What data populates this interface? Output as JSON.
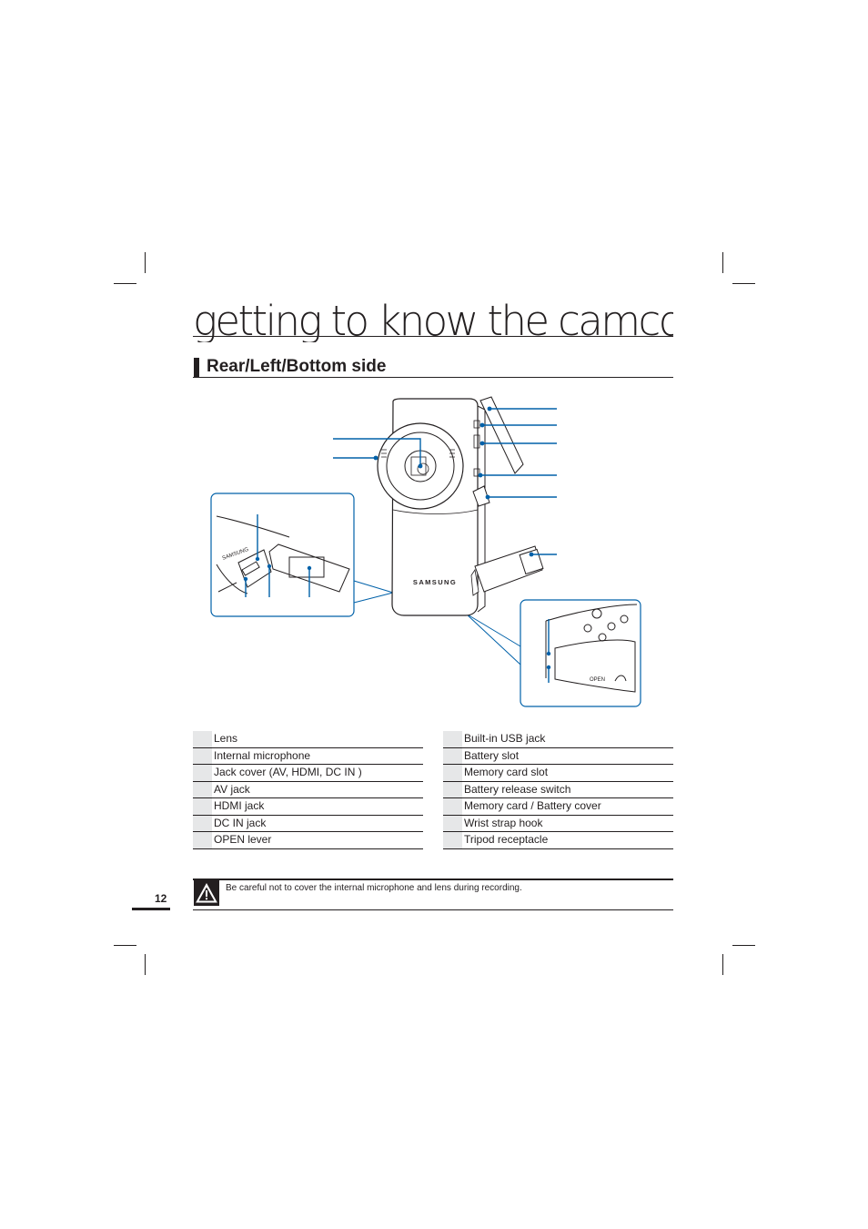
{
  "header": {
    "title": "getting to know the camcorder",
    "section": "Rear/Left/Bottom side"
  },
  "figure": {
    "body_logo": "SAMSUNG",
    "inset_logo": "SAMSUNG",
    "bottom_inset_text": "OPEN"
  },
  "parts_left": [
    {
      "label": "Lens"
    },
    {
      "label": "Internal microphone"
    },
    {
      "label": "Jack cover (AV, HDMI, DC IN )"
    },
    {
      "label": "AV jack"
    },
    {
      "label": "HDMI jack"
    },
    {
      "label": "DC IN jack"
    },
    {
      "label": "OPEN lever"
    }
  ],
  "parts_right": [
    {
      "label": "Built-in USB jack"
    },
    {
      "label": "Battery slot"
    },
    {
      "label": "Memory card slot"
    },
    {
      "label": "Battery release switch"
    },
    {
      "label": "Memory card / Battery cover"
    },
    {
      "label": "Wrist strap hook"
    },
    {
      "label": "Tripod receptacle"
    }
  ],
  "note": {
    "icon": "warning-icon",
    "text": "Be careful not to cover the internal microphone and lens during recording."
  },
  "footer": {
    "page_number": "12"
  },
  "colors": {
    "accent": "#0061a9",
    "table_shade": "#e6e7e8",
    "text": "#231f20"
  }
}
